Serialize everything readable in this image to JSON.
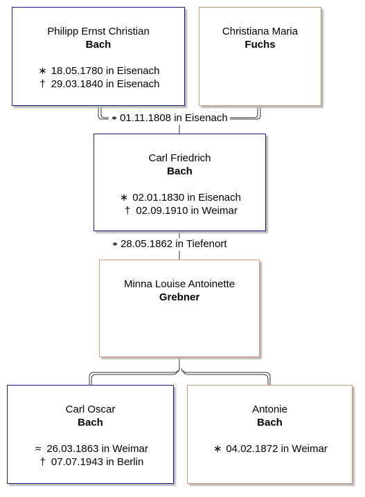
{
  "persons": {
    "philipp": {
      "first": "Philipp Ernst Christian",
      "surname": "Bach",
      "birth": {
        "symbol": "∗",
        "text": "18.05.1780 in Eisenach"
      },
      "death": {
        "symbol": "†",
        "text": "29.03.1840 in Eisenach"
      }
    },
    "christiana": {
      "first": "Christiana Maria",
      "surname": "Fuchs"
    },
    "carl_friedrich": {
      "first": "Carl Friedrich",
      "surname": "Bach",
      "birth": {
        "symbol": "∗",
        "text": "02.01.1830 in Eisenach"
      },
      "death": {
        "symbol": "†",
        "text": "02.09.1910 in Weimar"
      }
    },
    "minna": {
      "first": "Minna Louise Antoinette",
      "surname": "Grebner"
    },
    "carl_oscar": {
      "first": "Carl Oscar",
      "surname": "Bach",
      "birth": {
        "symbol": "≈",
        "text": "26.03.1863 in Weimar"
      },
      "death": {
        "symbol": "†",
        "text": "07.07.1943 in Berlin"
      }
    },
    "antonie": {
      "first": "Antonie",
      "surname": "Bach",
      "birth": {
        "symbol": "∗",
        "text": "04.02.1872 in Weimar"
      }
    }
  },
  "marriages": {
    "m1": {
      "symbol": "⚭",
      "text": "01.11.1808 in Eisenach"
    },
    "m2": {
      "symbol": "⚭",
      "text": "28.05.1862 in Tiefenort"
    }
  },
  "colors": {
    "male_border": "#1c1c7c",
    "female_border": "#c89a7c",
    "line": "#333333"
  }
}
